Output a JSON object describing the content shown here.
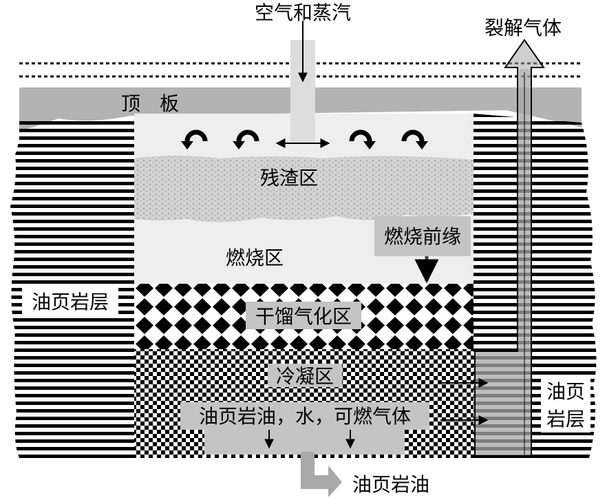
{
  "labels": {
    "air_steam": "空气和蒸汽",
    "cracked_gas": "裂解气体",
    "roof": "顶　板",
    "residue_zone": "残渣区",
    "combustion_front": "燃烧前缘",
    "combustion_zone": "燃烧区",
    "oil_shale_layer": "油页岩层",
    "retort_zone": "干馏气化区",
    "condensation_zone": "冷凝区",
    "products": "油页岩油，水，可燃气体",
    "oil_shale_right_1": "油页",
    "oil_shale_right_2": "岩层",
    "shale_oil": "油页岩油"
  },
  "colors": {
    "roof": "#b3b3b3",
    "chamber": "#eeeeee",
    "residue": "#cfcfcf",
    "label_box": "#c4c4c4",
    "well": "#a8a8a8",
    "ink": "#000000"
  }
}
